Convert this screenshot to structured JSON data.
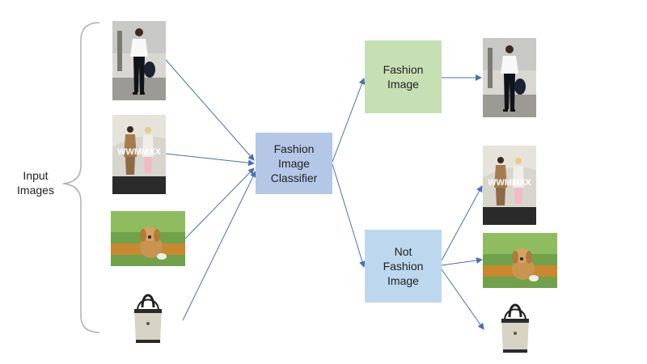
{
  "labels": {
    "input": "Input\nImages",
    "classifier": "Fashion\nImage\nClassifier",
    "fashion": "Fashion\nImage",
    "not_fashion": "Not\nFashion\nImage"
  },
  "photo_text": {
    "couple_overlay": "WWMMXX"
  },
  "colors": {
    "arrow": "#4a6fb5",
    "classifier_box": "#b4c7e7",
    "fashion_box": "#c6e0b4",
    "not_fashion_box": "#bdd7ee",
    "brace": "#b0b0b0"
  }
}
